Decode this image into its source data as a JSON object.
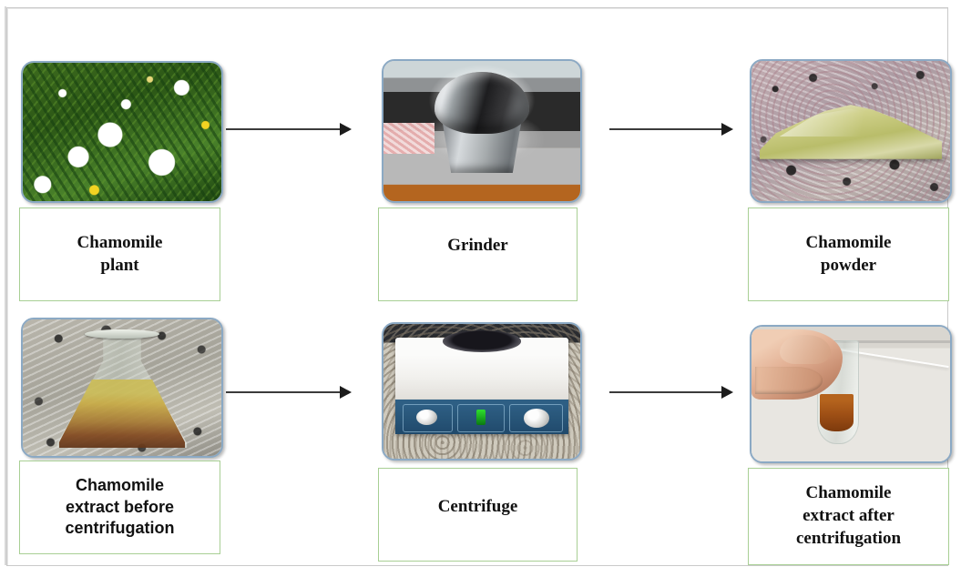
{
  "figure": {
    "title": "Chamomile extract preparation flow diagram",
    "border_color": "#c9c9c9",
    "caption_border_color": "#a8cf94",
    "photo_border_color": "#8ba9c4",
    "arrow_color": "#3b3b3b"
  },
  "steps": [
    {
      "id": "chamomile-plant",
      "image_name": "chamomile-plant-photo",
      "label": "Chamomile\nplant",
      "label_line1": "Chamomile",
      "label_line2": "plant",
      "font_style": "serif"
    },
    {
      "id": "grinder",
      "image_name": "grinder-photo",
      "label": "Grinder",
      "label_line1": "Grinder",
      "label_line2": "",
      "font_style": "serif"
    },
    {
      "id": "chamomile-powder",
      "image_name": "chamomile-powder-photo",
      "label": "Chamomile\npowder",
      "label_line1": "Chamomile",
      "label_line2": "powder",
      "font_style": "serif"
    },
    {
      "id": "chamomile-extract-before-centrifugation",
      "image_name": "chamomile-extract-before-photo",
      "label": "Chamomile extract before centrifugation",
      "label_line1": "Chamomile",
      "label_line2": "extract before",
      "label_line3": "centrifugation",
      "font_style": "sans"
    },
    {
      "id": "centrifuge",
      "image_name": "centrifuge-photo",
      "label": "Centrifuge",
      "label_line1": "Centrifuge",
      "label_line2": "",
      "font_style": "serif"
    },
    {
      "id": "chamomile-extract-after-centrifugation",
      "image_name": "chamomile-extract-after-photo",
      "label": "Chamomile extract after centrifugation",
      "label_line1": "Chamomile",
      "label_line2": "extract after",
      "label_line3": "centrifugation",
      "font_style": "serif"
    }
  ],
  "arrows": [
    {
      "id": "arrow-plant-to-grinder",
      "direction": "right"
    },
    {
      "id": "arrow-grinder-to-powder",
      "direction": "right"
    },
    {
      "id": "arrow-extract-to-centrifuge",
      "direction": "right"
    },
    {
      "id": "arrow-centrifuge-to-tube",
      "direction": "right"
    }
  ]
}
